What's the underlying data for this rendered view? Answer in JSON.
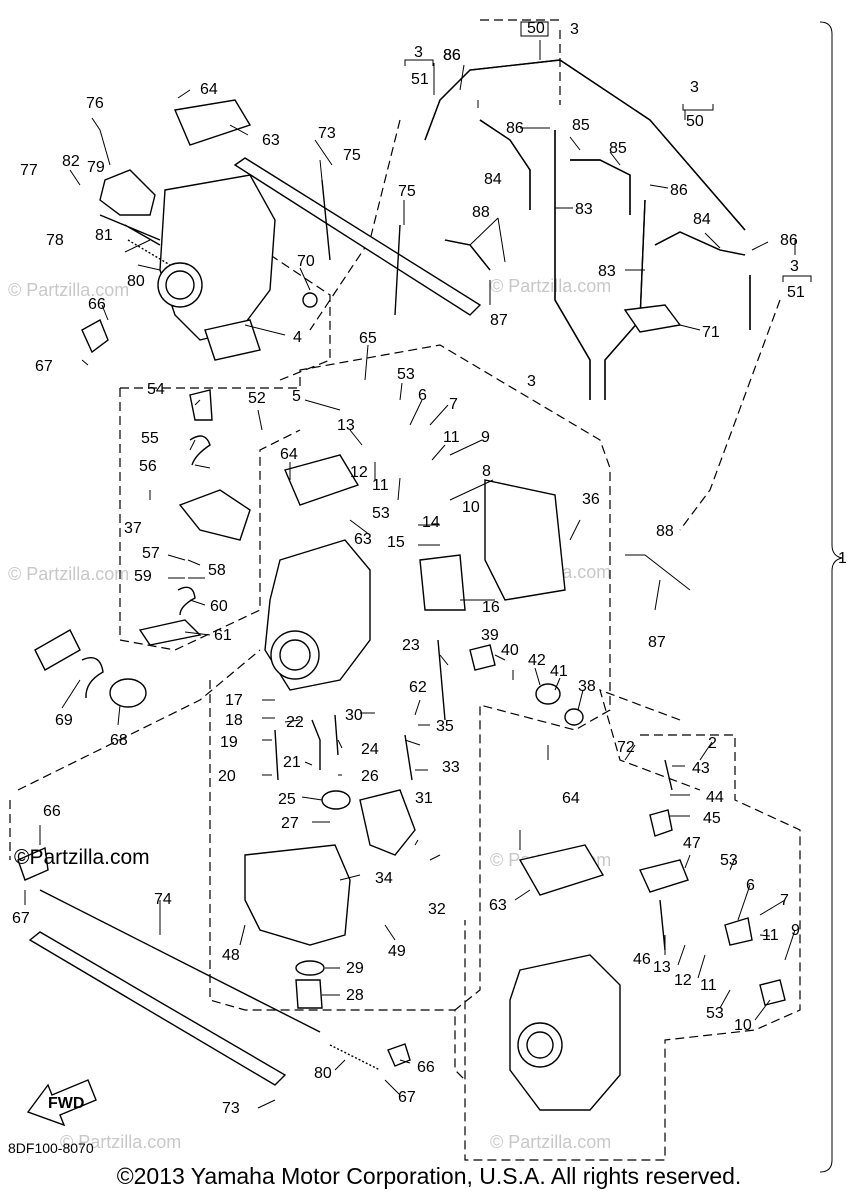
{
  "diagram_code": "8DF100-8070",
  "brand": "©Partzilla.com",
  "watermark_text": "© Partzilla.com",
  "copyright": "©2013  Yamaha Motor Corporation, U.S.A. All rights reserved.",
  "fwd_label": "FWD",
  "parts": [
    {
      "id": "p1",
      "text": "1"
    },
    {
      "id": "p2",
      "text": "2"
    },
    {
      "id": "p3a",
      "text": "3"
    },
    {
      "id": "p3b",
      "text": "3"
    },
    {
      "id": "p3c",
      "text": "3"
    },
    {
      "id": "p3d",
      "text": "3"
    },
    {
      "id": "p3e",
      "text": "3"
    },
    {
      "id": "p4",
      "text": "4"
    },
    {
      "id": "p5",
      "text": "5"
    },
    {
      "id": "p6a",
      "text": "6"
    },
    {
      "id": "p6b",
      "text": "6"
    },
    {
      "id": "p7a",
      "text": "7"
    },
    {
      "id": "p7b",
      "text": "7"
    },
    {
      "id": "p8",
      "text": "8"
    },
    {
      "id": "p9a",
      "text": "9"
    },
    {
      "id": "p9b",
      "text": "9"
    },
    {
      "id": "p10a",
      "text": "10"
    },
    {
      "id": "p10b",
      "text": "10"
    },
    {
      "id": "p11a",
      "text": "11"
    },
    {
      "id": "p11b",
      "text": "11"
    },
    {
      "id": "p11c",
      "text": "11"
    },
    {
      "id": "p11d",
      "text": "11"
    },
    {
      "id": "p12a",
      "text": "12"
    },
    {
      "id": "p12b",
      "text": "12"
    },
    {
      "id": "p13a",
      "text": "13"
    },
    {
      "id": "p13b",
      "text": "13"
    },
    {
      "id": "p14",
      "text": "14"
    },
    {
      "id": "p15",
      "text": "15"
    },
    {
      "id": "p16",
      "text": "16"
    },
    {
      "id": "p17",
      "text": "17"
    },
    {
      "id": "p18",
      "text": "18"
    },
    {
      "id": "p19",
      "text": "19"
    },
    {
      "id": "p20",
      "text": "20"
    },
    {
      "id": "p21",
      "text": "21"
    },
    {
      "id": "p22",
      "text": "22"
    },
    {
      "id": "p23",
      "text": "23"
    },
    {
      "id": "p24",
      "text": "24"
    },
    {
      "id": "p25",
      "text": "25"
    },
    {
      "id": "p26",
      "text": "26"
    },
    {
      "id": "p27",
      "text": "27"
    },
    {
      "id": "p28",
      "text": "28"
    },
    {
      "id": "p29",
      "text": "29"
    },
    {
      "id": "p30",
      "text": "30"
    },
    {
      "id": "p31",
      "text": "31"
    },
    {
      "id": "p32",
      "text": "32"
    },
    {
      "id": "p33",
      "text": "33"
    },
    {
      "id": "p34",
      "text": "34"
    },
    {
      "id": "p35",
      "text": "35"
    },
    {
      "id": "p36",
      "text": "36"
    },
    {
      "id": "p37",
      "text": "37"
    },
    {
      "id": "p38",
      "text": "38"
    },
    {
      "id": "p39",
      "text": "39"
    },
    {
      "id": "p40",
      "text": "40"
    },
    {
      "id": "p41",
      "text": "41"
    },
    {
      "id": "p42",
      "text": "42"
    },
    {
      "id": "p43",
      "text": "43"
    },
    {
      "id": "p44",
      "text": "44"
    },
    {
      "id": "p45",
      "text": "45"
    },
    {
      "id": "p46",
      "text": "46"
    },
    {
      "id": "p47",
      "text": "47"
    },
    {
      "id": "p48",
      "text": "48"
    },
    {
      "id": "p49",
      "text": "49"
    },
    {
      "id": "p50a",
      "text": "50"
    },
    {
      "id": "p50b",
      "text": "50"
    },
    {
      "id": "p51a",
      "text": "51"
    },
    {
      "id": "p51b",
      "text": "51"
    },
    {
      "id": "p52",
      "text": "52"
    },
    {
      "id": "p53a",
      "text": "53"
    },
    {
      "id": "p53b",
      "text": "53"
    },
    {
      "id": "p53c",
      "text": "53"
    },
    {
      "id": "p53d",
      "text": "53"
    },
    {
      "id": "p54",
      "text": "54"
    },
    {
      "id": "p55",
      "text": "55"
    },
    {
      "id": "p56",
      "text": "56"
    },
    {
      "id": "p57",
      "text": "57"
    },
    {
      "id": "p58",
      "text": "58"
    },
    {
      "id": "p59",
      "text": "59"
    },
    {
      "id": "p60",
      "text": "60"
    },
    {
      "id": "p61",
      "text": "61"
    },
    {
      "id": "p62",
      "text": "62"
    },
    {
      "id": "p63a",
      "text": "63"
    },
    {
      "id": "p63b",
      "text": "63"
    },
    {
      "id": "p63c",
      "text": "63"
    },
    {
      "id": "p64a",
      "text": "64"
    },
    {
      "id": "p64b",
      "text": "64"
    },
    {
      "id": "p64c",
      "text": "64"
    },
    {
      "id": "p65",
      "text": "65"
    },
    {
      "id": "p66a",
      "text": "66"
    },
    {
      "id": "p66b",
      "text": "66"
    },
    {
      "id": "p66c",
      "text": "66"
    },
    {
      "id": "p67a",
      "text": "67"
    },
    {
      "id": "p67b",
      "text": "67"
    },
    {
      "id": "p67c",
      "text": "67"
    },
    {
      "id": "p68",
      "text": "68"
    },
    {
      "id": "p69",
      "text": "69"
    },
    {
      "id": "p70",
      "text": "70"
    },
    {
      "id": "p71",
      "text": "71"
    },
    {
      "id": "p72",
      "text": "72"
    },
    {
      "id": "p73a",
      "text": "73"
    },
    {
      "id": "p73b",
      "text": "73"
    },
    {
      "id": "p74",
      "text": "74"
    },
    {
      "id": "p75a",
      "text": "75"
    },
    {
      "id": "p75b",
      "text": "75"
    },
    {
      "id": "p76",
      "text": "76"
    },
    {
      "id": "p77",
      "text": "77"
    },
    {
      "id": "p78",
      "text": "78"
    },
    {
      "id": "p79",
      "text": "79"
    },
    {
      "id": "p80a",
      "text": "80"
    },
    {
      "id": "p80b",
      "text": "80"
    },
    {
      "id": "p81",
      "text": "81"
    },
    {
      "id": "p82",
      "text": "82"
    },
    {
      "id": "p83a",
      "text": "83"
    },
    {
      "id": "p83b",
      "text": "83"
    },
    {
      "id": "p84a",
      "text": "84"
    },
    {
      "id": "p84b",
      "text": "84"
    },
    {
      "id": "p85a",
      "text": "85"
    },
    {
      "id": "p85b",
      "text": "85"
    },
    {
      "id": "p86a",
      "text": "86"
    },
    {
      "id": "p86b",
      "text": "86"
    },
    {
      "id": "p86c",
      "text": "86"
    },
    {
      "id": "p86d",
      "text": "86"
    },
    {
      "id": "p86e",
      "text": "86"
    },
    {
      "id": "p87a",
      "text": "87"
    },
    {
      "id": "p87b",
      "text": "87"
    },
    {
      "id": "p88a",
      "text": "88"
    },
    {
      "id": "p88b",
      "text": "88"
    }
  ]
}
